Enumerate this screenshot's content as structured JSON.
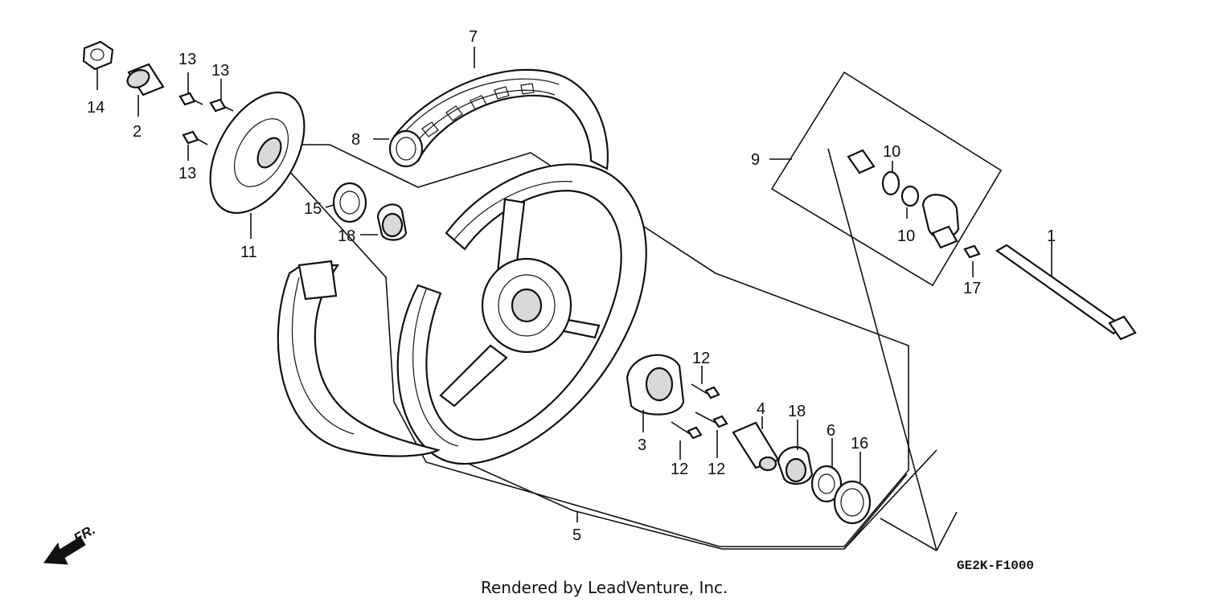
{
  "callouts": {
    "c1": "1",
    "c2": "2",
    "c3": "3",
    "c4": "4",
    "c5": "5",
    "c6": "6",
    "c7": "7",
    "c8": "8",
    "c9": "9",
    "c10a": "10",
    "c10b": "10",
    "c11": "11",
    "c12a": "12",
    "c12b": "12",
    "c12c": "12",
    "c13a": "13",
    "c13b": "13",
    "c13c": "13",
    "c14": "14",
    "c15": "15",
    "c16": "16",
    "c17": "17",
    "c18a": "18",
    "c18b": "18"
  },
  "direction_label": "FR.",
  "diagram_code": "GE2K-F1000",
  "credit": "Rendered by LeadVenture, Inc."
}
